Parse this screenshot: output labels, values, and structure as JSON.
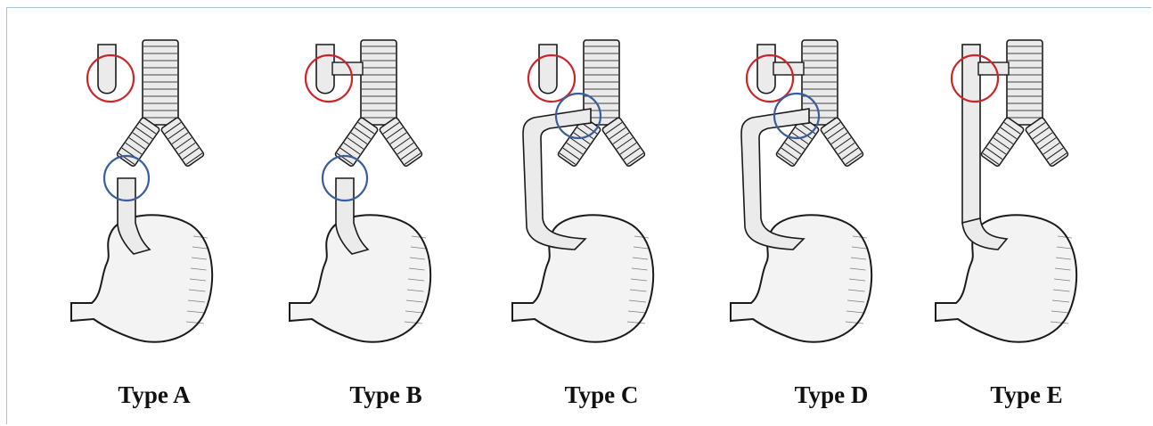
{
  "colors": {
    "upper_marker": "#c9252b",
    "lower_marker": "#3a5d9c",
    "frame_line": "#9fc6d9",
    "ink": "#1a1a1a",
    "fill": "#ebebeb"
  },
  "panels": [
    {
      "label": "Type A",
      "upper_esophagus": "pouch",
      "lower_esophagus": "stump",
      "upper_fistula": false,
      "lower_fistula": false
    },
    {
      "label": "Type B",
      "upper_esophagus": "pouch",
      "lower_esophagus": "stump",
      "upper_fistula": true,
      "lower_fistula": false
    },
    {
      "label": "Type C",
      "upper_esophagus": "pouch",
      "lower_esophagus": "connected",
      "upper_fistula": false,
      "lower_fistula": true
    },
    {
      "label": "Type D",
      "upper_esophagus": "pouch",
      "lower_esophagus": "connected",
      "upper_fistula": true,
      "lower_fistula": true
    },
    {
      "label": "Type E",
      "upper_esophagus": "continuous",
      "lower_esophagus": "continuous",
      "upper_fistula": true,
      "lower_fistula": false
    }
  ]
}
